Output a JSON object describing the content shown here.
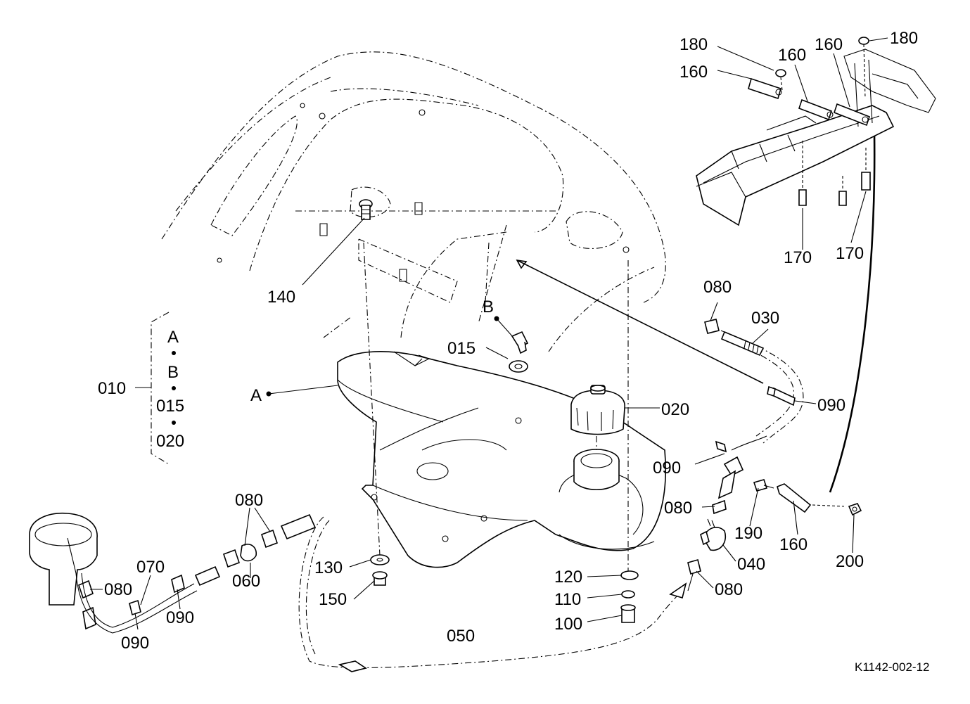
{
  "drawing_code": "K1142-002-12",
  "parts": {
    "p010": "010",
    "p015a": "015",
    "p020a": "020",
    "p015": "015",
    "p020": "020",
    "p030": "030",
    "p040": "040",
    "p050": "050",
    "p060": "060",
    "p070": "070",
    "p080_top": "080",
    "p080_mid": "080",
    "p080_low": "080",
    "p080_left": "080",
    "p080_pump": "080",
    "p090_right": "090",
    "p090_mid": "090",
    "p090_left1": "090",
    "p090_left2": "090",
    "p100": "100",
    "p110": "110",
    "p120": "120",
    "p130": "130",
    "p140": "140",
    "p150": "150",
    "p160_a": "160",
    "p160_b": "160",
    "p160_c": "160",
    "p160_d": "160",
    "p170_a": "170",
    "p170_b": "170",
    "p180_a": "180",
    "p180_b": "180",
    "p190": "190",
    "p200": "200"
  },
  "callouts": {
    "a": "A",
    "b": "B",
    "a_kit": "A",
    "b_kit": "B"
  }
}
